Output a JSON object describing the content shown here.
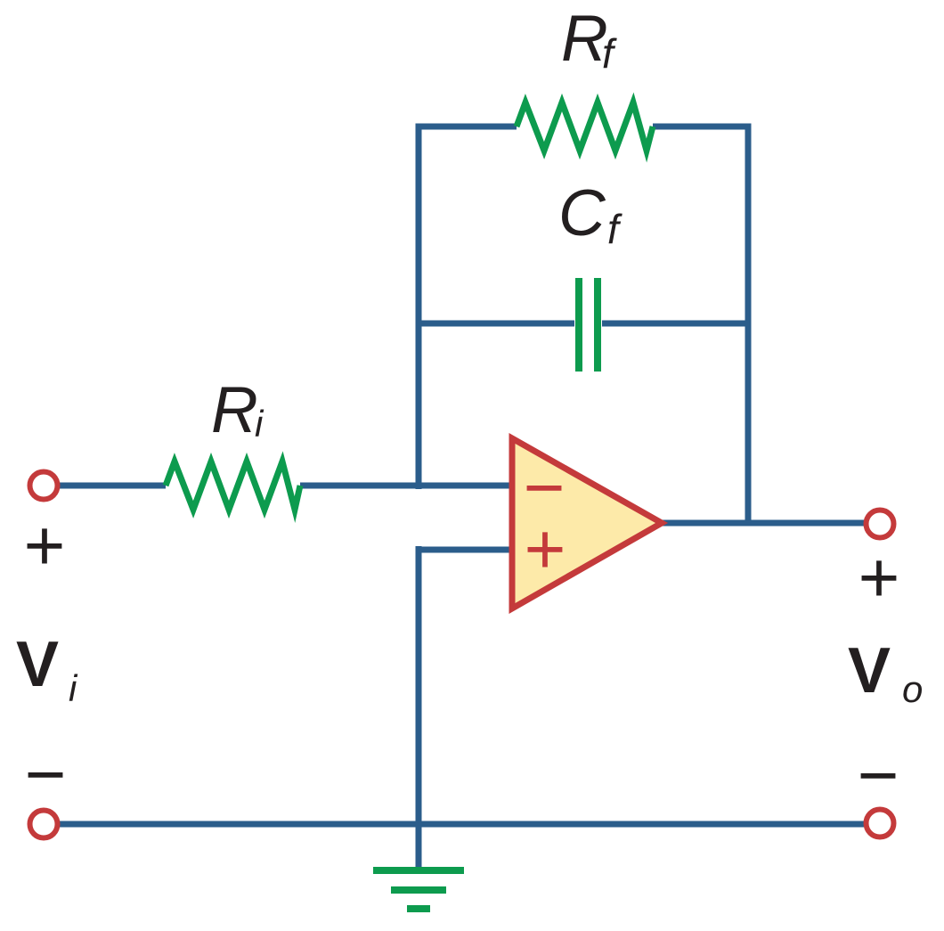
{
  "labels": {
    "rf": {
      "main": "R",
      "sub": "f"
    },
    "cf": {
      "main": "C",
      "sub": "f"
    },
    "ri": {
      "main": "R",
      "sub": "i"
    },
    "vi": {
      "main": "V",
      "sub": "i"
    },
    "vo": {
      "main": "V",
      "sub": "o"
    },
    "opamp": {
      "inverting": "−",
      "noninverting": "+"
    },
    "input_polarity": {
      "plus": "+",
      "minus": "−"
    },
    "output_polarity": {
      "plus": "+",
      "minus": "−"
    }
  },
  "colors": {
    "wire": "#2b5d8b",
    "component": "#0d9b4e",
    "accent": "#c43a3b",
    "opamp-fill": "#fdeaa9",
    "ink": "#231f20",
    "bg": "#ffffff"
  }
}
